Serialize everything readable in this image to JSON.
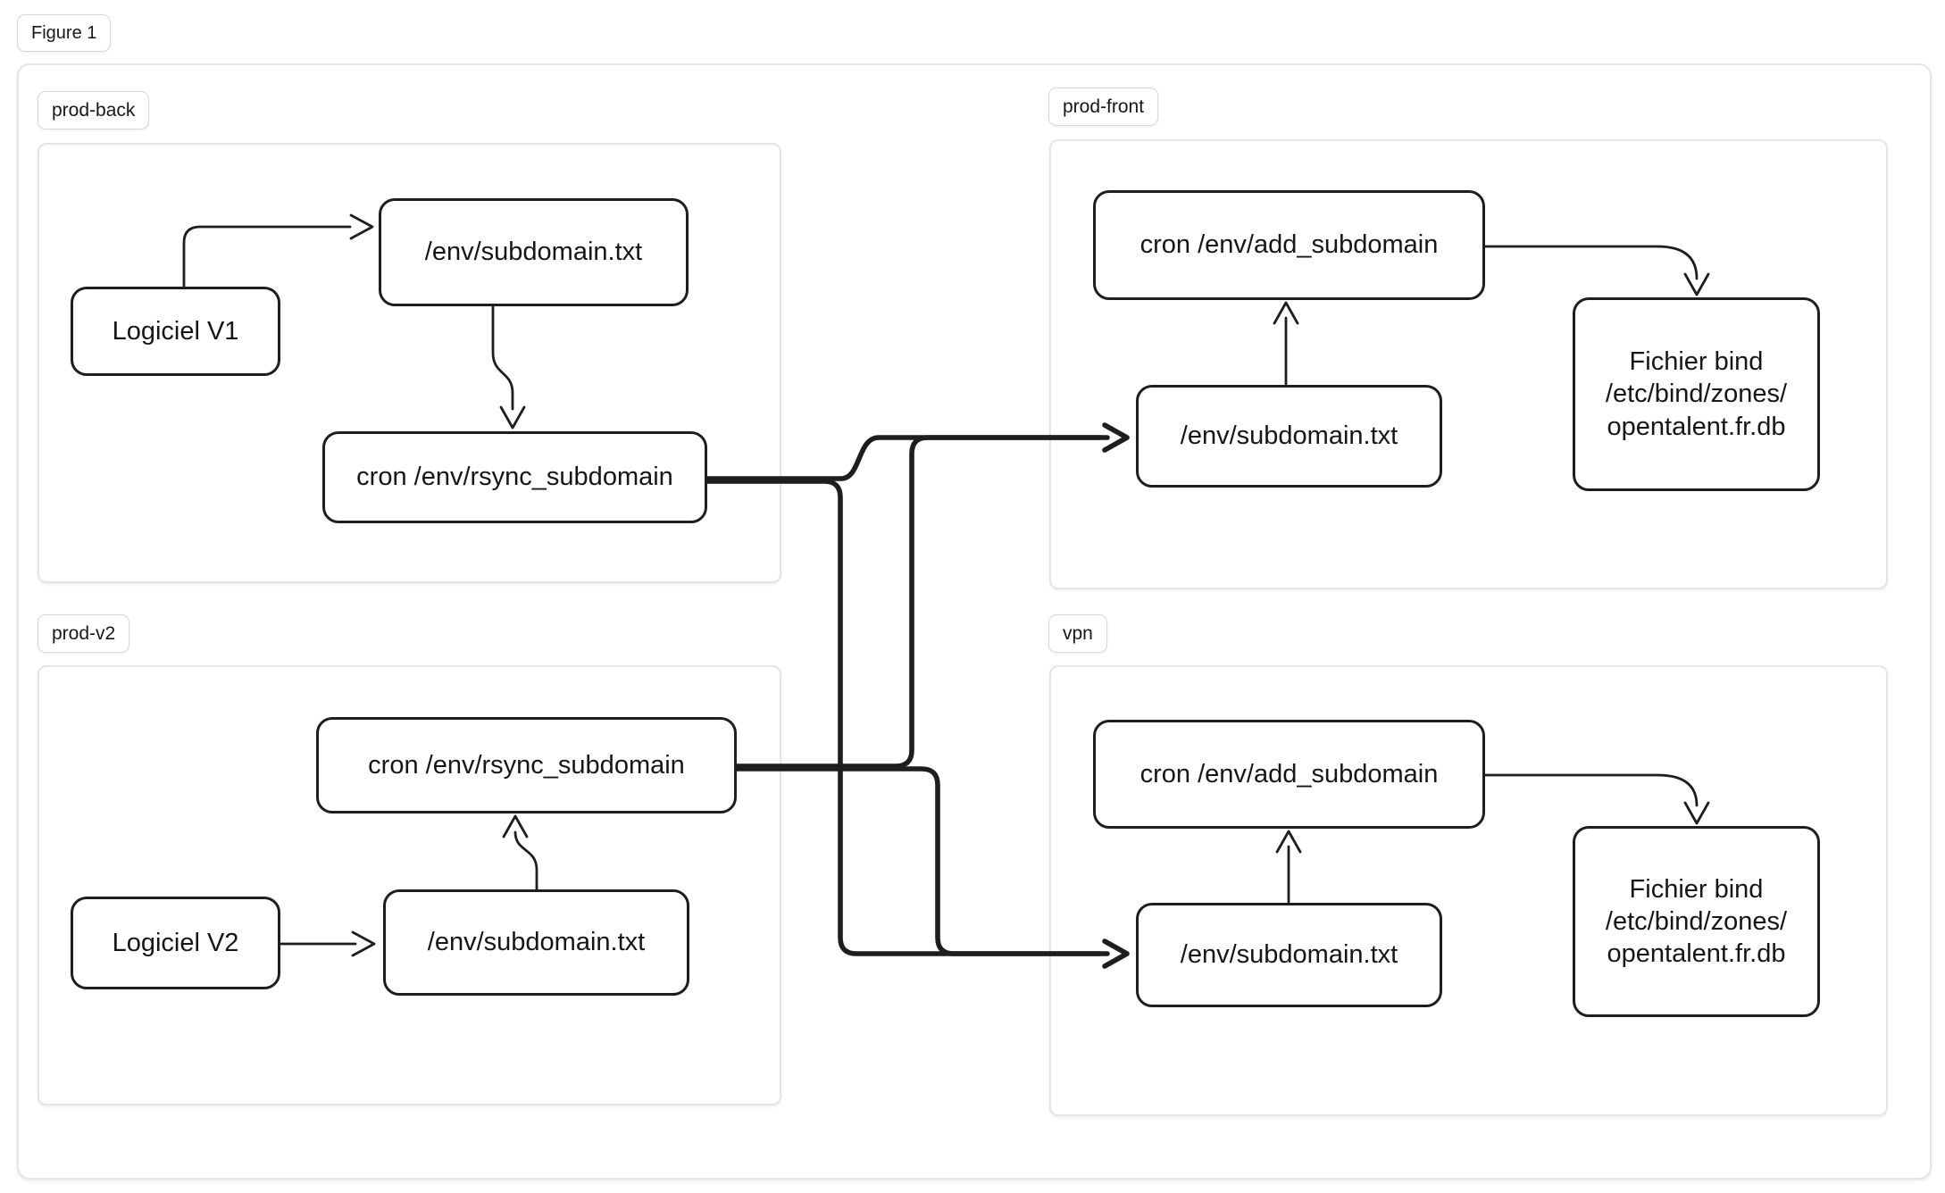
{
  "figure": {
    "label": "Figure 1"
  },
  "colors": {
    "node_border": "#1e1e1e",
    "group_border": "#e4e4e9",
    "badge_border": "#d7d7dd",
    "background": "#ffffff",
    "text": "#161616"
  },
  "groups": {
    "prod_back": {
      "label": "prod-back",
      "nodes": {
        "logiciel_v1": "Logiciel V1",
        "subdomain_txt": "/env/subdomain.txt",
        "rsync_cron": "cron /env/rsync_subdomain"
      }
    },
    "prod_front": {
      "label": "prod-front",
      "nodes": {
        "add_cron": "cron /env/add_subdomain",
        "subdomain_txt": "/env/subdomain.txt",
        "bind_file": "Fichier bind\n/etc/bind/zones/\nopentalent.fr.db"
      }
    },
    "prod_v2": {
      "label": "prod-v2",
      "nodes": {
        "rsync_cron": "cron /env/rsync_subdomain",
        "logiciel_v2": "Logiciel V2",
        "subdomain_txt": "/env/subdomain.txt"
      }
    },
    "vpn": {
      "label": "vpn",
      "nodes": {
        "add_cron": "cron /env/add_subdomain",
        "subdomain_txt": "/env/subdomain.txt",
        "bind_file": "Fichier bind\n/etc/bind/zones/\nopentalent.fr.db"
      }
    }
  },
  "edges": [
    {
      "from": "Logiciel V1",
      "to": "/env/subdomain.txt (prod-back)",
      "weight": "thin"
    },
    {
      "from": "/env/subdomain.txt (prod-back)",
      "to": "cron /env/rsync_subdomain (prod-back)",
      "weight": "thin"
    },
    {
      "from": "cron /env/rsync_subdomain (prod-back)",
      "to": "/env/subdomain.txt (prod-front)",
      "weight": "thick"
    },
    {
      "from": "cron /env/rsync_subdomain (prod-back)",
      "to": "/env/subdomain.txt (vpn)",
      "weight": "thick"
    },
    {
      "from": "cron /env/rsync_subdomain (prod-v2)",
      "to": "/env/subdomain.txt (prod-front)",
      "weight": "thick"
    },
    {
      "from": "cron /env/rsync_subdomain (prod-v2)",
      "to": "/env/subdomain.txt (vpn)",
      "weight": "thick"
    },
    {
      "from": "Logiciel V2",
      "to": "/env/subdomain.txt (prod-v2)",
      "weight": "thin"
    },
    {
      "from": "/env/subdomain.txt (prod-v2)",
      "to": "cron /env/rsync_subdomain (prod-v2)",
      "weight": "thin"
    },
    {
      "from": "/env/subdomain.txt (prod-front)",
      "to": "cron /env/add_subdomain (prod-front)",
      "weight": "thin"
    },
    {
      "from": "cron /env/add_subdomain (prod-front)",
      "to": "Fichier bind (prod-front)",
      "weight": "thin"
    },
    {
      "from": "/env/subdomain.txt (vpn)",
      "to": "cron /env/add_subdomain (vpn)",
      "weight": "thin"
    },
    {
      "from": "cron /env/add_subdomain (vpn)",
      "to": "Fichier bind (vpn)",
      "weight": "thin"
    }
  ]
}
